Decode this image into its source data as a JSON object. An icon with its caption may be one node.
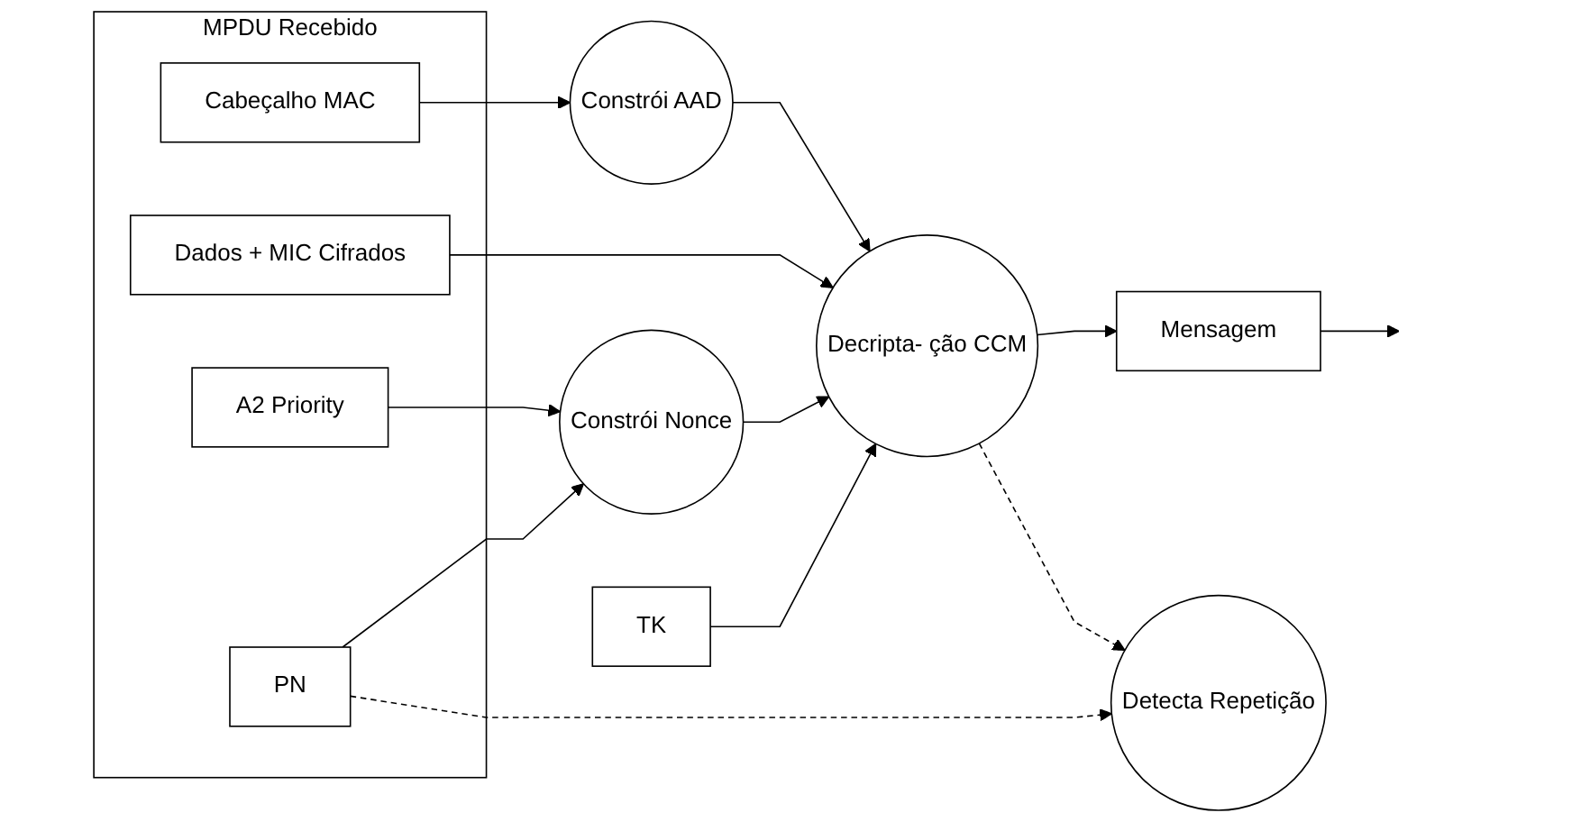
{
  "diagram": {
    "nodes": [
      {
        "text": [
          "MPDU Recebido"
        ]
      },
      {
        "text": [
          "Cabeçalho MAC"
        ],
        "in": 0
      },
      {
        "text": [
          "Dados + MIC Cifrados"
        ],
        "in": 0
      },
      {
        "text": [
          "A2 Priority"
        ],
        "in": 0
      },
      {
        "text": [
          "PN"
        ],
        "in": 0
      },
      {
        "text": [
          "TK"
        ]
      },
      {
        "text": [
          "Constrói AAD"
        ]
      },
      {
        "text": [
          "Constrói Nonce"
        ]
      },
      {
        "text": [
          "Decripta- ção CCM"
        ]
      },
      {
        "text": [
          "Mensagem"
        ]
      },
      {
        "text": [
          "Detecta Repetição"
        ]
      }
    ],
    "edges": [
      {
        "from": 1,
        "to": 6,
        "arrow": "to"
      },
      {
        "from": 6,
        "to": 8,
        "arrow": "to"
      },
      {
        "from": 2,
        "to": 8,
        "arrow": "to"
      },
      {
        "from": 3,
        "to": 7,
        "arrow": "to"
      },
      {
        "from": 4,
        "to": 7,
        "arrow": "to"
      },
      {
        "from": 7,
        "to": 8,
        "arrow": "to"
      },
      {
        "from": 5,
        "to": 8,
        "arrow": "to"
      },
      {
        "from": 8,
        "to": 9,
        "arrow": "to"
      },
      {
        "from": 9,
        "to": null,
        "arrow": "to"
      },
      {
        "from": 8,
        "to": 10,
        "arrow": "to",
        "style": "dashed"
      },
      {
        "from": 4,
        "to": 10,
        "arrow": "to",
        "style": "dashed"
      }
    ]
  }
}
